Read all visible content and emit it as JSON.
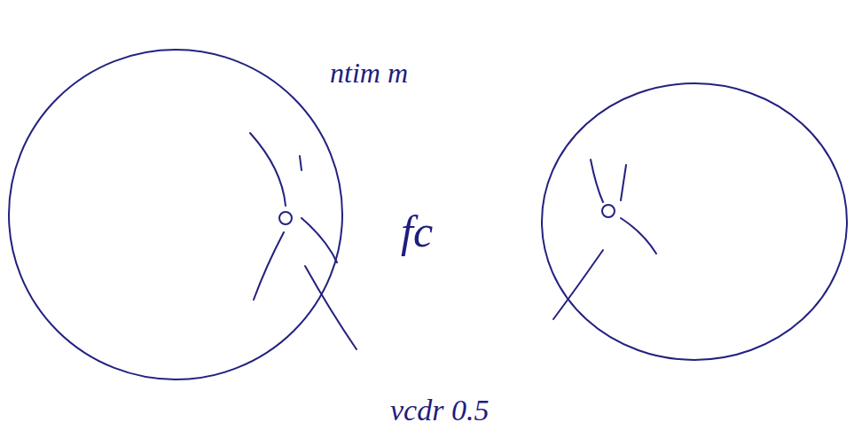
{
  "diagram": {
    "labels": [
      "ntim m",
      "fc",
      "vcdr 0.5"
    ]
  }
}
